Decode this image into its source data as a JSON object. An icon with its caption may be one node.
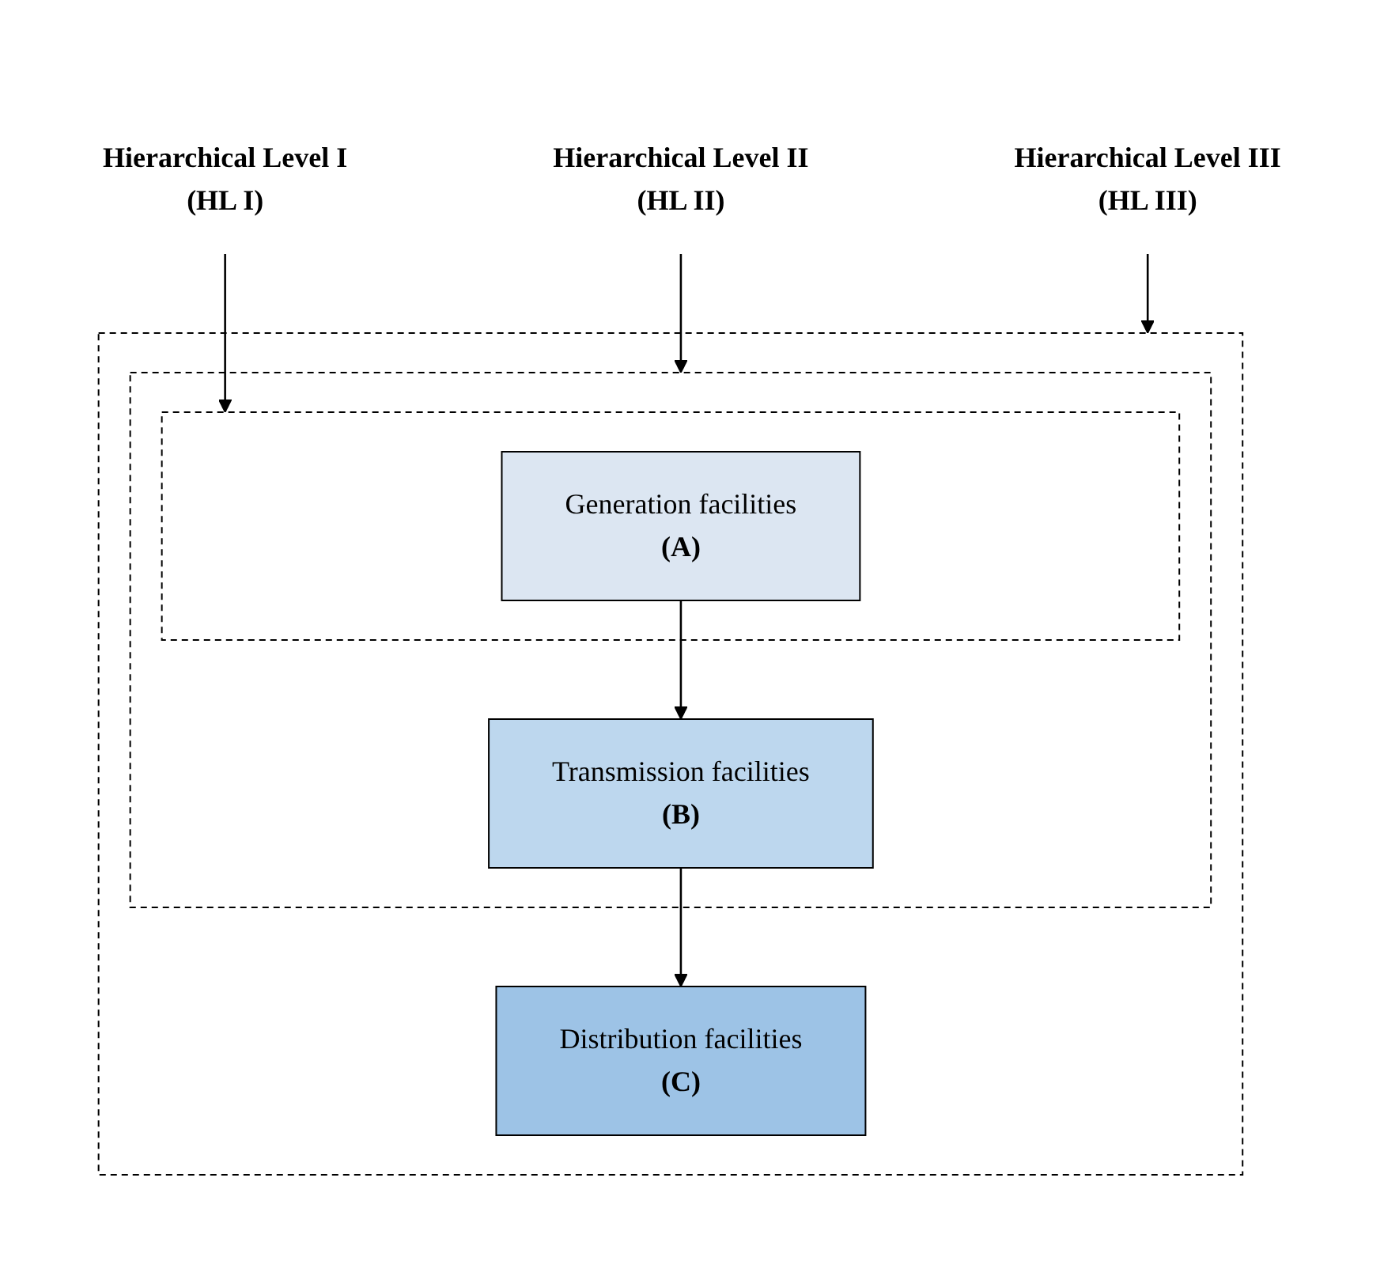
{
  "diagram": {
    "nodes": [
      {
        "text": [],
        "shape": "box"
      },
      {
        "text": [],
        "shape": "box",
        "in": 0
      },
      {
        "text": [],
        "shape": "box",
        "in": 1
      },
      {
        "text": [
          "Generation facilities",
          "(A)"
        ],
        "in": 2
      },
      {
        "text": [
          "Transmission facilities",
          "(B)"
        ],
        "in": 1
      },
      {
        "text": [
          "Distribution facilities",
          "(C)"
        ],
        "in": 0
      },
      {
        "text": [
          "Hierarchical Level I",
          "(HL I)"
        ]
      },
      {
        "text": [
          "Hierarchical Level II",
          "(HL II)"
        ]
      },
      {
        "text": [
          "Hierarchical Level III",
          "(HL III)"
        ]
      }
    ],
    "edges": [
      {
        "from": 3,
        "to": 4,
        "arrow": "to"
      },
      {
        "from": 4,
        "to": 5,
        "arrow": "to"
      },
      {
        "from": 6,
        "to": 2,
        "arrow": "to"
      },
      {
        "from": 7,
        "to": 1,
        "arrow": "to"
      },
      {
        "from": 8,
        "to": 0,
        "arrow": "to"
      }
    ]
  }
}
